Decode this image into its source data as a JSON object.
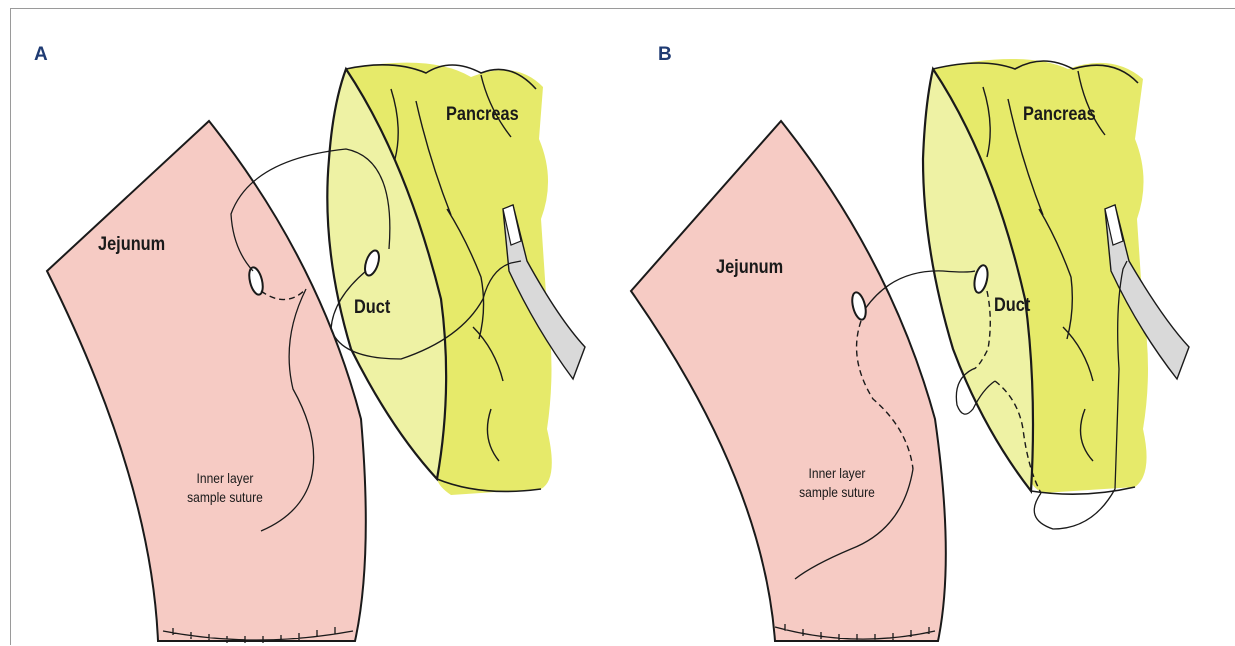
{
  "panels": [
    {
      "letter": "A",
      "labels": {
        "jejunum": "Jejunum",
        "pancreas": "Pancreas",
        "duct": "Duct",
        "suture_line1": "Inner layer",
        "suture_line2": "sample suture"
      }
    },
    {
      "letter": "B",
      "labels": {
        "jejunum": "Jejunum",
        "pancreas": "Pancreas",
        "duct": "Duct",
        "suture_line1": "Inner layer",
        "suture_line2": "sample suture"
      }
    }
  ],
  "colors": {
    "jejunum_fill": "#f6cbc4",
    "pancreas_fill": "#e6ea6a",
    "pancreas_cut_surface": "#eef2a4",
    "retractor_fill": "#d9d9d9",
    "outline": "#1a1a1a",
    "panel_letter": "#1f3b73"
  }
}
